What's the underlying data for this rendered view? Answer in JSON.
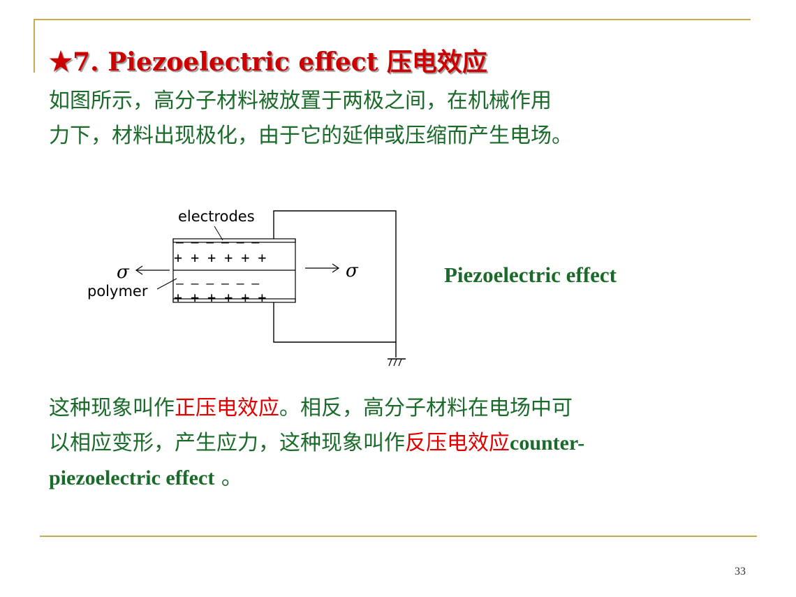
{
  "slide": {
    "title_star": "★",
    "title_text": "7. Piezoelectric  effect 压电效应",
    "para1_line1": "如图所示，高分子材料被放置于两极之间，在机械作用",
    "para1_line2": "力下，材料出现极化，由于它的延伸或压缩而产生电场。",
    "para2_line1_a": "这种现象叫作",
    "para2_line1_red": "正压电效应",
    "para2_line1_b": "。相反，高分子材料在电场中可",
    "para2_line2_a": "以相应变形，产生应力，这种现象叫作",
    "para2_line2_red": "反压电效应",
    "para2_line2_en": "counter-",
    "para2_line3_en": "piezoelectric effect",
    "para2_line3_tail": " 。",
    "caption": "Piezoelectric effect",
    "page_number": "33"
  },
  "diagram": {
    "label_electrodes": "electrodes",
    "label_polymer": "polymer",
    "label_sigma": "σ",
    "row_top_minus": "– – – – – –",
    "row_top_plus": "+ + + + + +",
    "row_bottom_minus": "– – – – – –",
    "row_bottom_plus": "+ + + + + +"
  },
  "colors": {
    "title": "#cc0000",
    "body": "#1a6b2a",
    "highlight": "#e00000",
    "frame": "#c9a94a"
  }
}
